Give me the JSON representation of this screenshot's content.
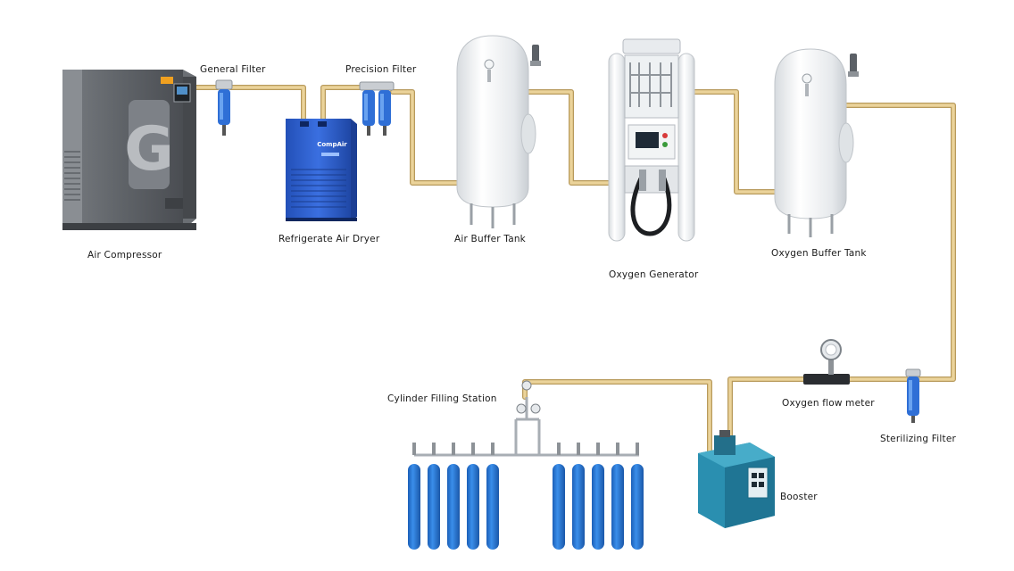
{
  "diagram": {
    "labels": {
      "air_compressor": "Air Compressor",
      "general_filter": "General Filter",
      "refrigerate_air_dryer": "Refrigerate Air Dryer",
      "precision_filter": "Precision Filter",
      "air_buffer_tank": "Air Buffer Tank",
      "oxygen_generator": "Oxygen Generator",
      "oxygen_buffer_tank": "Oxygen Buffer Tank",
      "sterilizing_filter": "Sterilizing Filter",
      "oxygen_flow_meter": "Oxygen flow meter",
      "booster": "Booster",
      "cylinder_filling_station": "Cylinder Filling Station"
    },
    "device_text": {
      "compressor_letter": "G",
      "dryer_brand": "CompAir"
    },
    "colors": {
      "pipe": "#e8c98a",
      "pipe_edge": "#b89a5c",
      "compressor_body": "#5b5e63",
      "dryer_blue": "#2f5fd0",
      "filter_blue": "#2f6fd6",
      "tank_white": "#eef1f3",
      "cylinder_blue": "#2b78d4",
      "booster_teal": "#2a8fb0"
    }
  }
}
